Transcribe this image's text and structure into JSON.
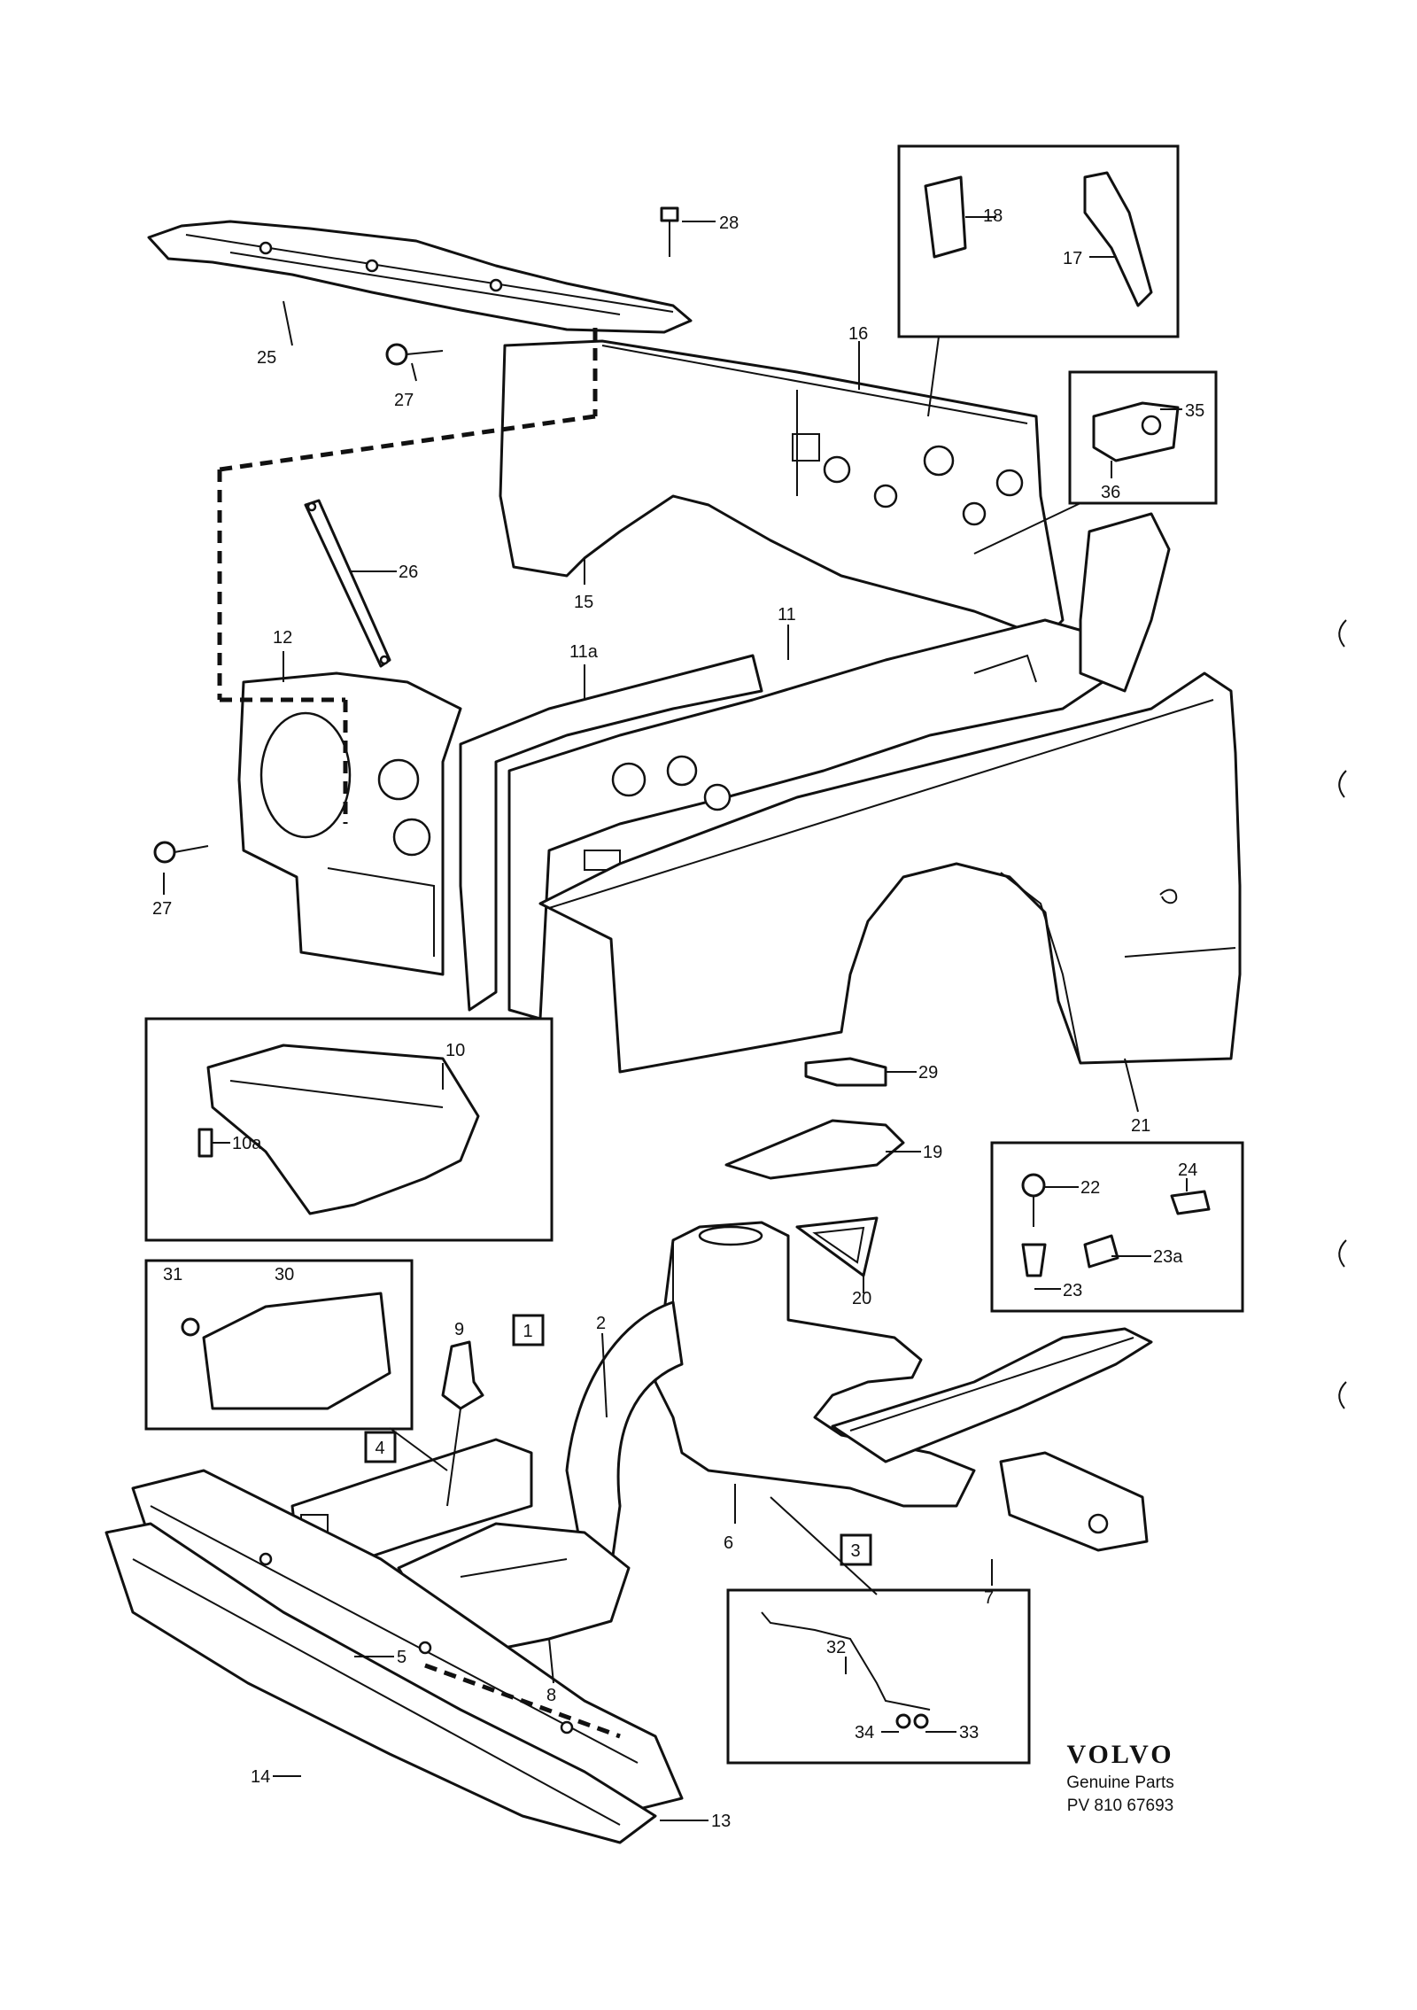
{
  "callouts": {
    "c1": "1",
    "c2": "2",
    "c3": "3",
    "c4": "4",
    "c5": "5",
    "c6": "6",
    "c7": "7",
    "c8": "8",
    "c9": "9",
    "c10": "10",
    "c10a": "10a",
    "c11": "11",
    "c11a": "11a",
    "c12": "12",
    "c13": "13",
    "c14": "14",
    "c15": "15",
    "c16": "16",
    "c17": "17",
    "c18": "18",
    "c19": "19",
    "c20": "20",
    "c21": "21",
    "c22": "22",
    "c23": "23",
    "c23a": "23a",
    "c24": "24",
    "c25": "25",
    "c26": "26",
    "c27a": "27",
    "c27b": "27",
    "c28": "28",
    "c29": "29",
    "c30": "30",
    "c31": "31",
    "c32": "32",
    "c33": "33",
    "c34": "34",
    "c35": "35",
    "c36": "36"
  },
  "branding": {
    "logo": "VOLVO",
    "line1": "Genuine Parts",
    "line2": "PV 810 67693"
  }
}
